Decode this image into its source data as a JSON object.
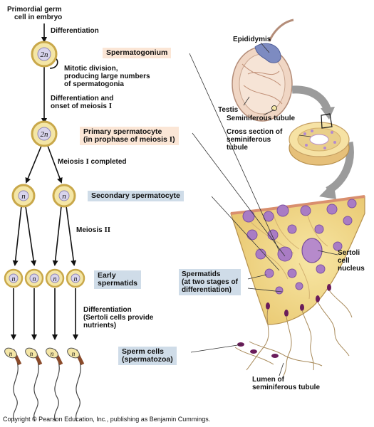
{
  "intro": {
    "origin_line1": "Primordial germ",
    "origin_line2": "cell in embryo",
    "step_differentiation": "Differentiation",
    "mitotic_line1": "Mitotic division,",
    "mitotic_line2": "producing large numbers",
    "mitotic_line3": "of spermatogonia",
    "diff_onset_line1": "Differentiation and",
    "diff_onset_line2": "onset of meiosis ",
    "diff_onset_roman": "I",
    "meiosis1_completed_prefix": "Meiosis ",
    "meiosis1_completed_roman": "I",
    "meiosis1_completed_suffix": " completed",
    "meiosis2_prefix": "Meiosis ",
    "meiosis2_roman": "II",
    "diff_sertoli_line1": "Differentiation",
    "diff_sertoli_line2": "(Sertoli cells provide",
    "diff_sertoli_line3": "nutrients)"
  },
  "ploidy": {
    "diploid": "2n",
    "haploid": "n"
  },
  "stages": {
    "spermatogonium": "Spermatogonium",
    "primary_line1": "Primary spermatocyte",
    "primary_line2_prefix": "(in prophase of meiosis ",
    "primary_line2_roman": "I",
    "primary_line2_suffix": ")",
    "secondary": "Secondary spermatocyte",
    "early_line1": "Early",
    "early_line2": "spermatids",
    "sperm_line1": "Sperm cells",
    "sperm_line2": "(spermatozoa)"
  },
  "anatomy": {
    "epididymis": "Epididymis",
    "testis": "Testis",
    "seminiferous_tubule": "Seminiferous tubule",
    "cross_section_line1": "Cross section of",
    "cross_section_line2": "seminiferous",
    "cross_section_line3": "tubule",
    "sertoli_line1": "Sertoli",
    "sertoli_line2": "cell",
    "sertoli_line3": "nucleus",
    "spermatids_line1": "Spermatids",
    "spermatids_line2": "(at two stages of",
    "spermatids_line3": "differentiation)",
    "lumen_line1": "Lumen of",
    "lumen_line2": "seminiferous tubule"
  },
  "footer": {
    "copyright": "Copyright © Pearson Education, Inc., publishing as Benjamin Cummings."
  },
  "colors": {
    "cell_fill": "#f4e6a6",
    "cell_ring": "#c9a84a",
    "nucleus_fill": "#d8d4ec",
    "stage_peach": "#fbe6d6",
    "stage_blue": "#cfdce8",
    "tissue_fill": "#f2dc8a",
    "tissue_nucleus": "#a97cc4",
    "sperm_head": "#6a1c5a",
    "arrow_gray": "#9b9b9b"
  }
}
